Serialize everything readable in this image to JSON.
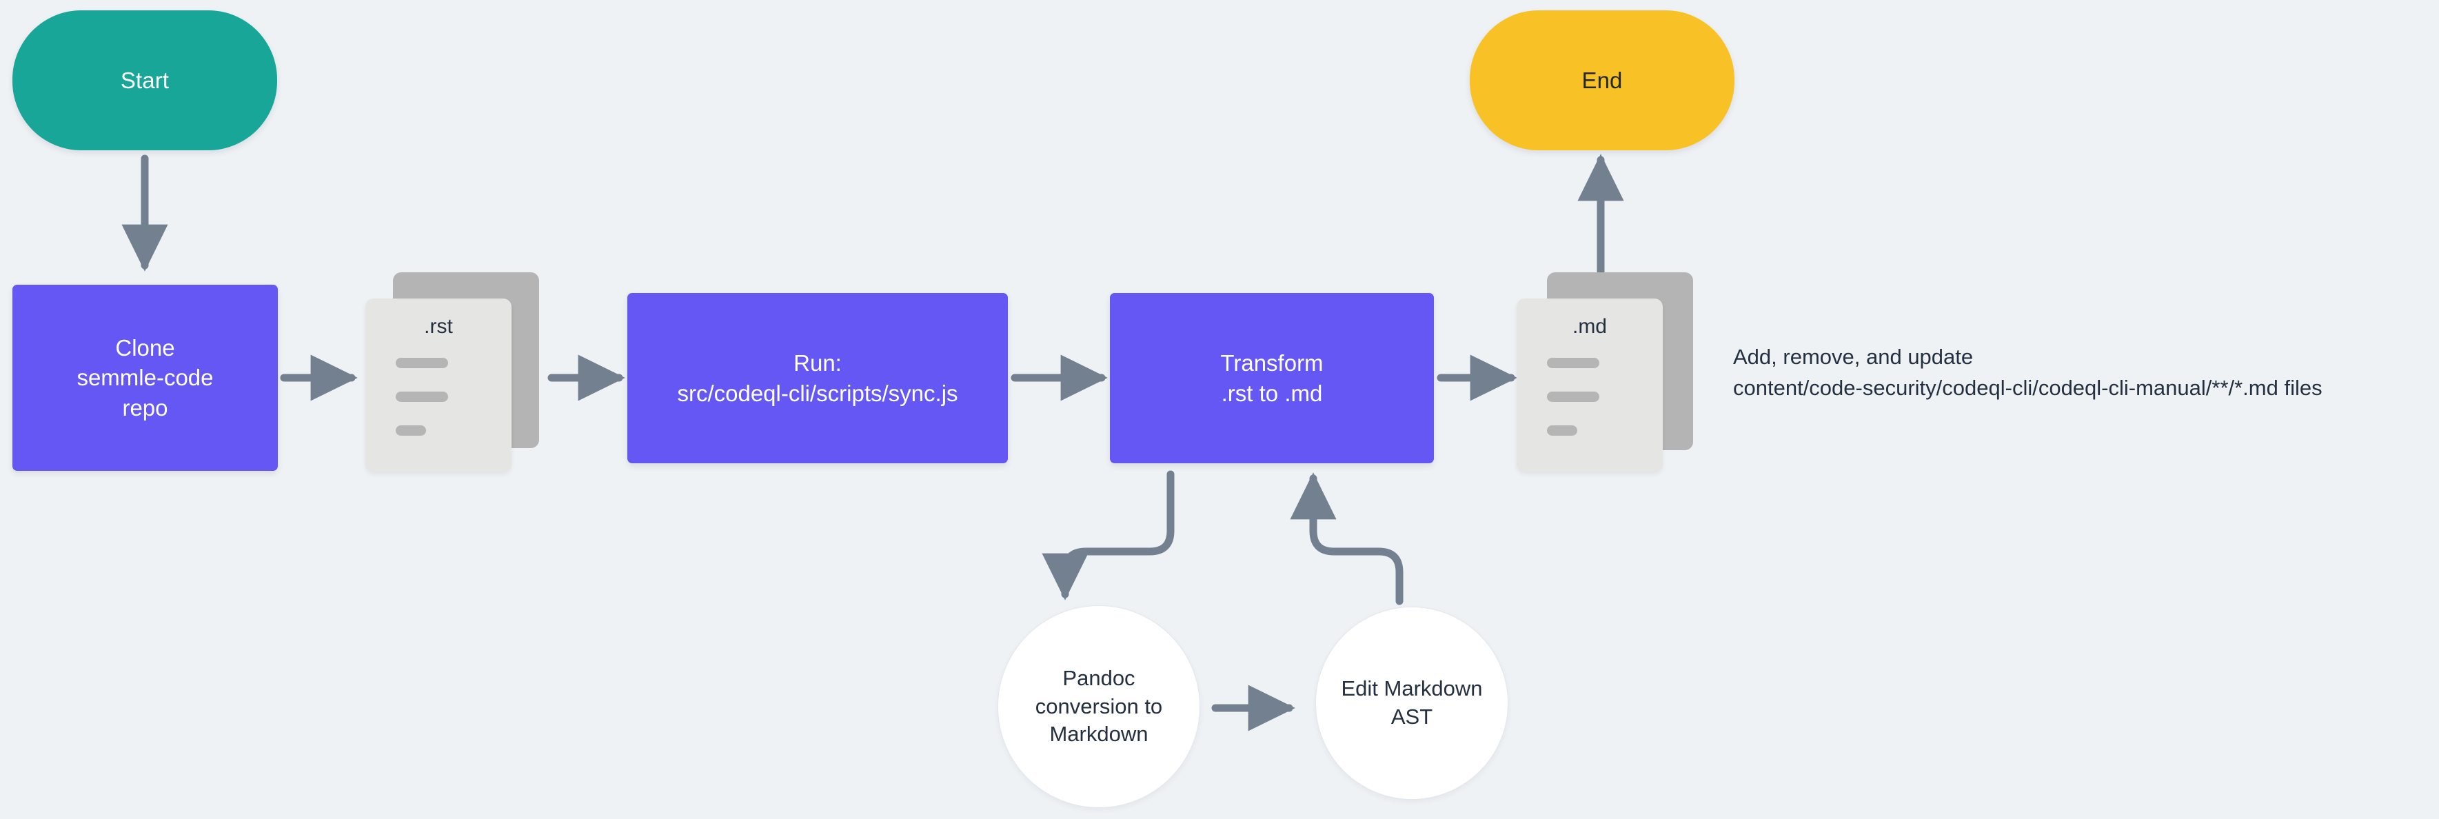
{
  "diagram": {
    "title": "RST to Markdown sync flowchart",
    "background_color": "#eff2f5",
    "edge_color": "#73808f",
    "colors": {
      "start_fill": "#17a697",
      "end_fill": "#f8c125",
      "process_fill": "#6457f3",
      "process_text": "#ffffff",
      "document_front": "#e5e5e4",
      "document_back": "#b4b4b4",
      "document_line": "#b5b5b5",
      "circle_fill": "#ffffff",
      "dark_text": "#24303f"
    }
  },
  "nodes": {
    "start": {
      "label": "Start",
      "shape": "pill"
    },
    "clone": {
      "label": "Clone\nsemmle-code\nrepo",
      "shape": "rect"
    },
    "rst_doc": {
      "label": ".rst",
      "shape": "document-stack",
      "lines": [
        "long",
        "long",
        "short"
      ]
    },
    "run": {
      "label": "Run:\nsrc/codeql-cli/scripts/sync.js",
      "shape": "rect"
    },
    "transform": {
      "label": "Transform\n.rst to .md",
      "shape": "rect"
    },
    "md_doc": {
      "label": ".md",
      "shape": "document-stack",
      "lines": [
        "long",
        "long",
        "short"
      ]
    },
    "end": {
      "label": "End",
      "shape": "pill"
    },
    "pandoc": {
      "label": "Pandoc\nconversion to\nMarkdown",
      "shape": "circle"
    },
    "edit_ast": {
      "label": "Edit Markdown\nAST",
      "shape": "circle"
    }
  },
  "annotations": {
    "md_note_line1": "Add, remove, and update",
    "md_note_line2": "content/code-security/codeql-cli/codeql-cli-manual/**/*.md files"
  },
  "edges": [
    {
      "from": "start",
      "to": "clone",
      "direction": "down"
    },
    {
      "from": "clone",
      "to": "rst_doc",
      "direction": "right"
    },
    {
      "from": "rst_doc",
      "to": "run",
      "direction": "right"
    },
    {
      "from": "run",
      "to": "transform",
      "direction": "right"
    },
    {
      "from": "transform",
      "to": "md_doc",
      "direction": "right"
    },
    {
      "from": "md_doc",
      "to": "end",
      "direction": "up"
    },
    {
      "from": "transform",
      "to": "pandoc",
      "direction": "down-left-curve"
    },
    {
      "from": "pandoc",
      "to": "edit_ast",
      "direction": "right"
    },
    {
      "from": "edit_ast",
      "to": "transform",
      "direction": "up-left-curve"
    }
  ]
}
